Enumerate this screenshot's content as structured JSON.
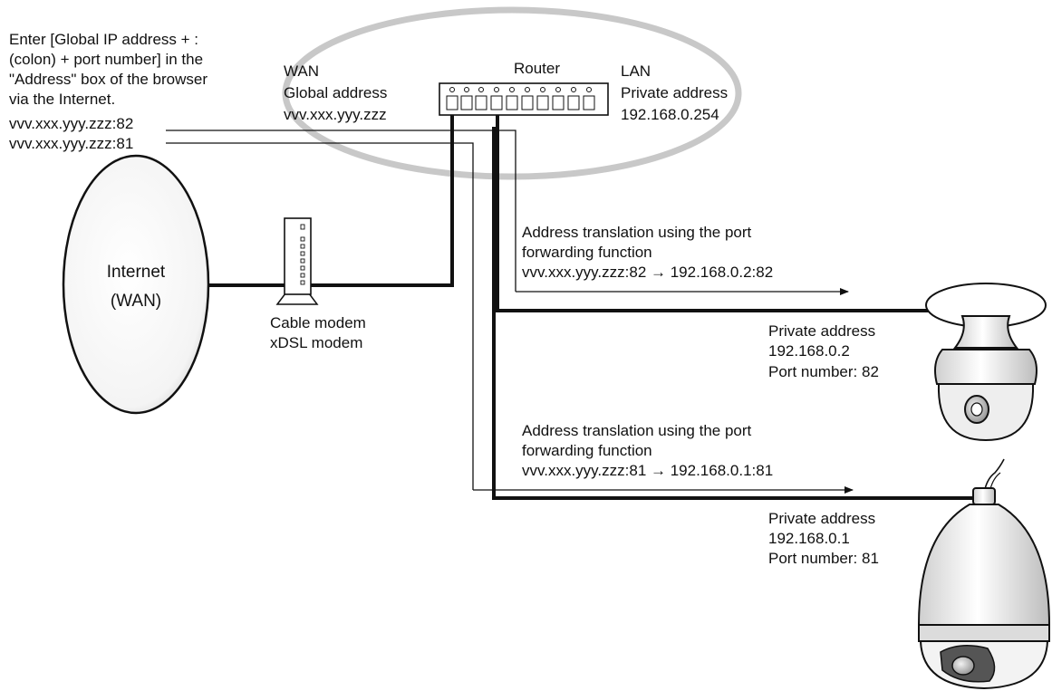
{
  "instruction": {
    "lines": [
      "Enter [Global IP address + :",
      "(colon) + port number] in the",
      "\"Address\" box of the browser",
      "via the Internet."
    ]
  },
  "urls": {
    "port82": "vvv.xxx.yyy.zzz:82",
    "port81": "vvv.xxx.yyy.zzz:81"
  },
  "wan": {
    "title": "WAN",
    "label": "Global address",
    "address": "vvv.xxx.yyy.zzz"
  },
  "router": {
    "label": "Router"
  },
  "lan": {
    "title": "LAN",
    "label": "Private address",
    "address": "192.168.0.254"
  },
  "internet": {
    "line1": "Internet",
    "line2": "(WAN)"
  },
  "modem": {
    "line1": "Cable modem",
    "line2": "xDSL modem"
  },
  "translation1": {
    "line1": "Address translation using the port",
    "line2": "forwarding function",
    "mapping": "vvv.xxx.yyy.zzz:82 → 192.168.0.2:82"
  },
  "translation2": {
    "line1": "Address translation using the port",
    "line2": "forwarding function",
    "mapping": "vvv.xxx.yyy.zzz:81 → 192.168.0.1:81"
  },
  "camera1": {
    "label": "Private address",
    "address": "192.168.0.2",
    "port": "Port number: 82"
  },
  "camera2": {
    "label": "Private address",
    "address": "192.168.0.1",
    "port": "Port number: 81"
  },
  "colors": {
    "line": "#111111",
    "ellipse": "#c8c8c8",
    "device_fill": "#ffffff",
    "dome": "#e6e6e6"
  }
}
